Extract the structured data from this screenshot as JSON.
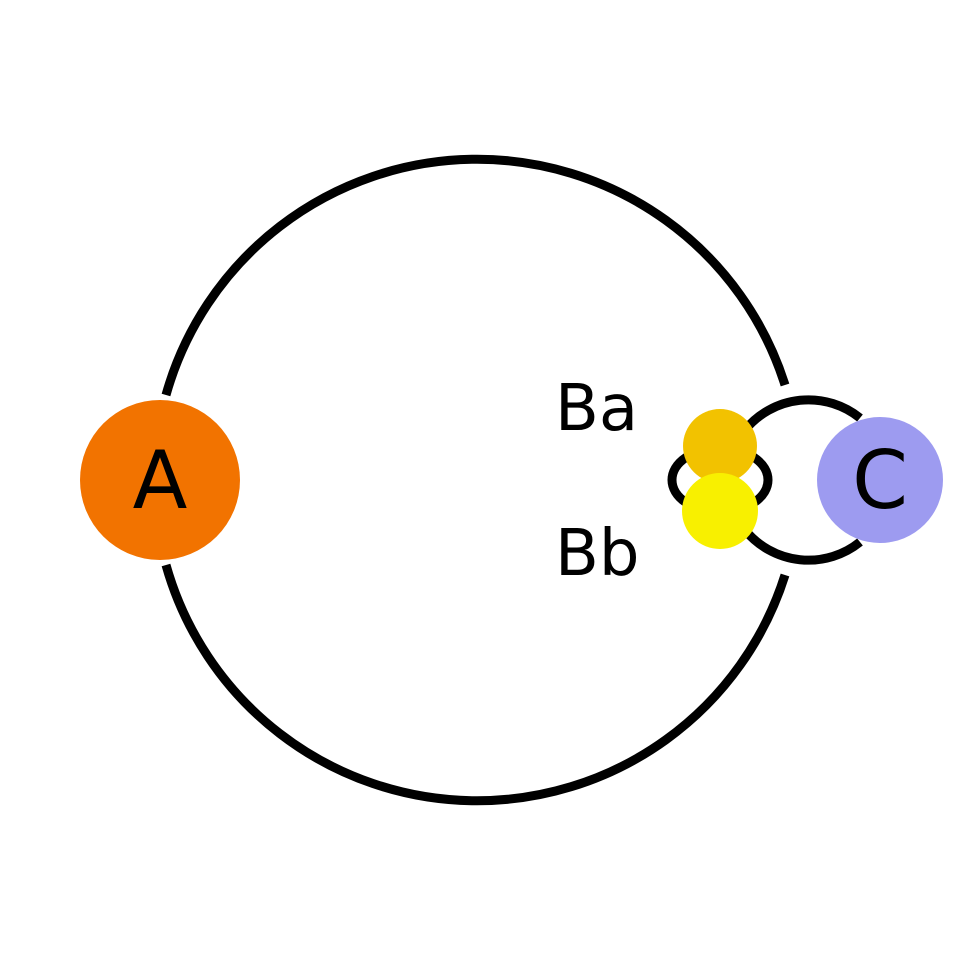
{
  "diagram": {
    "colors": {
      "star_a": "#f27300",
      "star_ba": "#f2c200",
      "star_bb": "#f8f000",
      "star_c": "#9d9bf0",
      "orbit": "#000000"
    },
    "stars": {
      "a_label": "A",
      "ba_label": "Ba",
      "bb_label": "Bb",
      "c_label": "C"
    }
  }
}
